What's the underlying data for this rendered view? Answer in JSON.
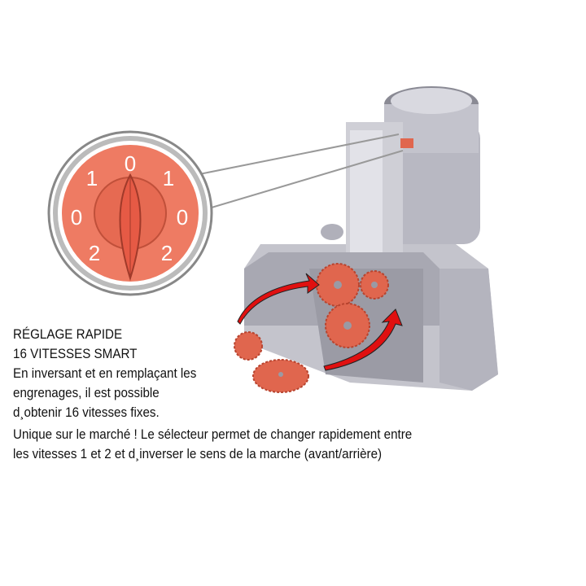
{
  "dial": {
    "top": "0",
    "left_upper": "1",
    "right_upper": "1",
    "left_mid": "0",
    "right_mid": "0",
    "left_lower": "2",
    "right_lower": "2"
  },
  "text": {
    "heading1": "RÉGLAGE RAPIDE",
    "heading2": "16 VITESSES SMART",
    "para1_line1": "En inversant et en remplaçant les",
    "para1_line2": "engrenages, il est possible",
    "para1_line3": "d¸obtenir 16 vitesses fixes.",
    "para2_line1": "Unique sur le marché ! Le sélecteur permet de changer rapidement entre",
    "para2_line2": "les vitesses 1 et 2 et d¸inverser le sens de la marche (avant/arrière)"
  },
  "colors": {
    "gear": "#e0664e",
    "dial": "#ee7b63",
    "arrow": "#e01010",
    "metal": "#c9c9d1"
  }
}
